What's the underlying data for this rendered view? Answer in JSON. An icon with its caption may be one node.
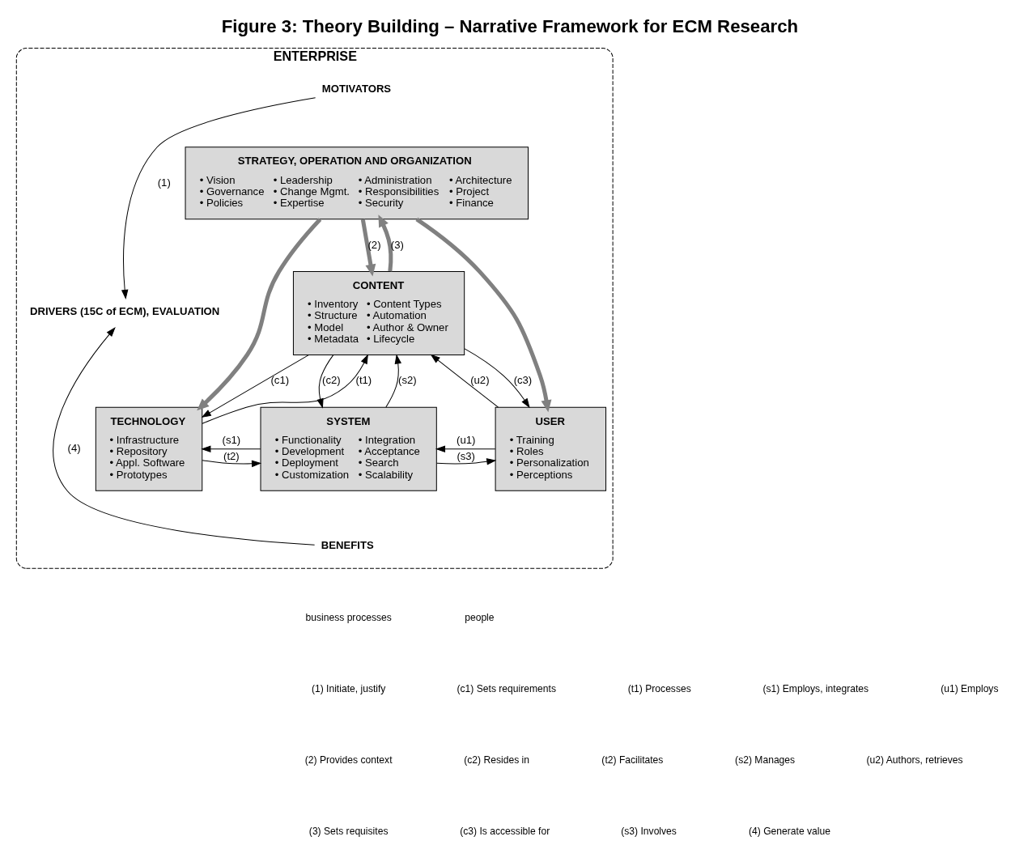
{
  "diagram": {
    "title": "Figure 3: Theory Building – Narrative Framework for ECM Research",
    "nodes": [
      {
        "text": [
          "ENTERPRISE"
        ]
      },
      {
        "text": [
          "MOTIVATORS"
        ],
        "in": 0
      },
      {
        "text": [
          "DRIVERS (15C of ECM), EVALUATION"
        ],
        "in": 0
      },
      {
        "text": [
          "STRATEGY, OPERATION AND ORGANIZATION",
          "• Vision • Governance • Policies",
          "• Leadership • Change Mgmt. • Expertise",
          "• Administration • Responsibilities • Security",
          "• Architecture • Project • Finance"
        ],
        "in": 0
      },
      {
        "text": [
          "CONTENT",
          "• Inventory • Structure • Model • Metadata",
          "• Content Types • Automation • Author & Owner • Lifecycle"
        ],
        "in": 0
      },
      {
        "text": [
          "TECHNOLOGY",
          "• Infrastructure • Repository • Appl. Software • Prototypes"
        ],
        "in": 0
      },
      {
        "text": [
          "SYSTEM",
          "• Functionality • Development • Deployment • Customization",
          "• Integration • Acceptance • Search • Scalability"
        ],
        "in": 0
      },
      {
        "text": [
          "USER",
          "• Training • Roles • Personalization • Perceptions"
        ],
        "in": 0
      },
      {
        "text": [
          "BENEFITS"
        ],
        "in": 0
      }
    ],
    "edges": [
      {
        "from": 1,
        "to": 2,
        "arrow": "to",
        "label": "(1)"
      },
      {
        "from": 8,
        "to": 2,
        "arrow": "to",
        "label": "(4)"
      },
      {
        "from": 3,
        "to": 5,
        "arrow": "to",
        "style": "thick",
        "color": "#808080"
      },
      {
        "from": 3,
        "to": 4,
        "arrow": "to",
        "label": "(2)",
        "style": "thick",
        "color": "#808080"
      },
      {
        "from": 4,
        "to": 3,
        "arrow": "to",
        "label": "(3)",
        "style": "thick",
        "color": "#808080"
      },
      {
        "from": 3,
        "to": 7,
        "arrow": "to",
        "style": "thick",
        "color": "#808080"
      },
      {
        "from": 4,
        "to": 5,
        "arrow": "to",
        "label": "(c1)"
      },
      {
        "from": 5,
        "to": 4,
        "arrow": "to",
        "label": "(t1)"
      },
      {
        "from": 4,
        "to": 6,
        "arrow": "to",
        "label": "(c2)"
      },
      {
        "from": 6,
        "to": 4,
        "arrow": "to",
        "label": "(s2)"
      },
      {
        "from": 4,
        "to": 7,
        "arrow": "to",
        "label": "(c3)"
      },
      {
        "from": 7,
        "to": 4,
        "arrow": "to",
        "label": "(u2)"
      },
      {
        "from": 5,
        "to": 6,
        "arrow": "to",
        "label": "(t2)"
      },
      {
        "from": 6,
        "to": 5,
        "arrow": "to",
        "label": "(s1)"
      },
      {
        "from": 6,
        "to": 7,
        "arrow": "to",
        "label": "(s3)"
      },
      {
        "from": 7,
        "to": 6,
        "arrow": "to",
        "label": "(u1)"
      }
    ],
    "labels": [
      "business processes",
      "people",
      "(1) Initiate, justify",
      "(c1) Sets requirements",
      "(t1) Processes",
      "(s1) Employs, integrates",
      "(u1) Employs",
      "(2) Provides context",
      "(c2) Resides in",
      "(t2) Facilitates",
      "(s2) Manages",
      "(u2) Authors, retrieves",
      "(3) Sets requisites",
      "(c3) Is accessible for",
      "(s3) Involves",
      "(4) Generate value"
    ]
  }
}
